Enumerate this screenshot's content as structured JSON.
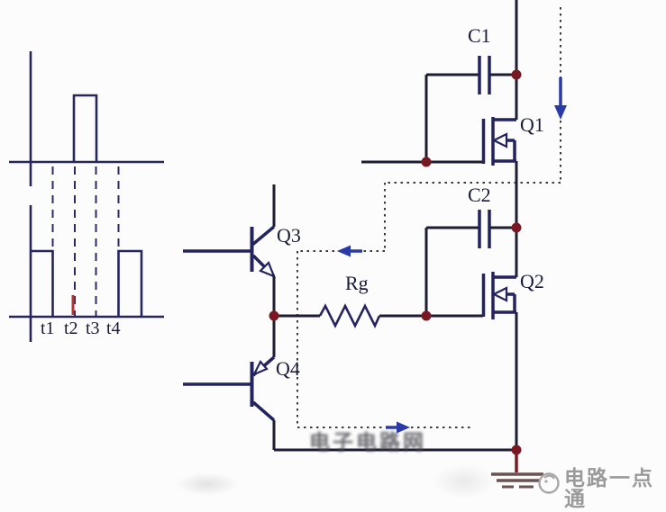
{
  "diagram_type": "circuit-schematic",
  "subject": "bootstrap gate-drive circuit with timing waveforms",
  "labels": {
    "c1": "C1",
    "c2": "C2",
    "q1": "Q1",
    "q2": "Q2",
    "q3": "Q3",
    "q4": "Q4",
    "rg": "Rg"
  },
  "components": [
    {
      "ref": "C1",
      "type": "capacitor"
    },
    {
      "ref": "C2",
      "type": "capacitor"
    },
    {
      "ref": "Q1",
      "type": "n-channel-mosfet"
    },
    {
      "ref": "Q2",
      "type": "n-channel-mosfet"
    },
    {
      "ref": "Q3",
      "type": "npn-transistor"
    },
    {
      "ref": "Q4",
      "type": "pnp-transistor"
    },
    {
      "ref": "Rg",
      "type": "resistor"
    },
    {
      "ref": "GND",
      "type": "earth-ground"
    }
  ],
  "waveform": {
    "time_labels": [
      "t1",
      "t2",
      "t3",
      "t4"
    ],
    "upper_pulse_between": [
      "t2",
      "t3"
    ],
    "lower_high_until": "t1",
    "lower_high_from": "t4",
    "red_marker_at": "t2"
  },
  "current_path_arrows": [
    "down",
    "left",
    "right"
  ],
  "watermark": {
    "brand": "电路一点通",
    "logo_icon": "swirl-circle-icon",
    "background_text": "电子电路网"
  },
  "colors": {
    "wire": "#1d1d33",
    "device": "#23235f",
    "wave": "#26265f",
    "dash": "#2a2a6a",
    "dotted": "#3a3a3a",
    "node": "#7a1822",
    "arrow": "#2a3aa8",
    "tick": "#b13434",
    "ground": "#6b5151",
    "ground_stub": "#7b1520",
    "label": "#1a1a38",
    "brand": "#9a9a9a",
    "blur_text": "#4a4a52"
  }
}
